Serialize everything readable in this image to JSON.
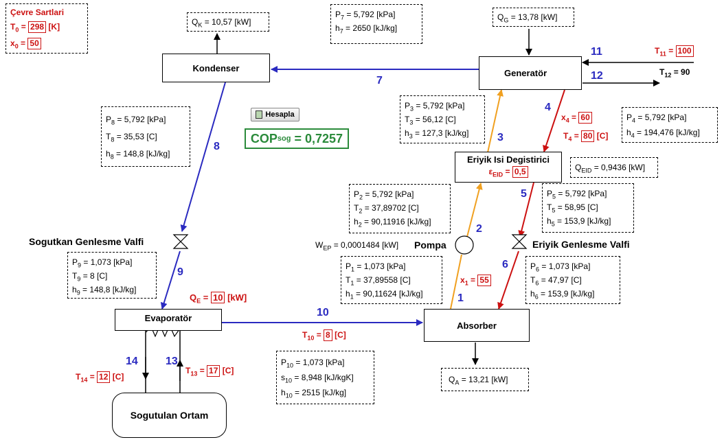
{
  "environment": {
    "title": "Çevre Sartlari",
    "T0_label": "T",
    "T0_sub": "0",
    "T0": "298",
    "T0_unit": "[K]",
    "x0_label": "x",
    "x0_sub": "0",
    "x0": "50"
  },
  "components": {
    "kondenser": "Kondenser",
    "generator": "Generatör",
    "evaporator": "Evaporatör",
    "absorber": "Absorber",
    "eid": "Eriyik Isi Degistirici",
    "cooled_space": "Sogutulan Ortam",
    "pump": "Pompa",
    "refrigerant_valve": "Sogutkan Genlesme Valfi",
    "solution_valve": "Eriyik Genlesme Valfi"
  },
  "heat": {
    "QK": "= 10,57 [kW]",
    "QG": "= 13,78 [kW]",
    "QA": "= 13,21 [kW]",
    "QEID": "= 0,9436 [kW]",
    "QE": "10",
    "QE_unit": "[kW]",
    "WEP": "= 0,0001484 [kW]"
  },
  "eid_eff": "0,5",
  "button": "Hesapla",
  "cop_label": "COP",
  "cop_sub": "sog",
  "cop_value": "= 0,7257",
  "state_numbers": [
    "1",
    "2",
    "3",
    "4",
    "5",
    "6",
    "7",
    "8",
    "9",
    "10",
    "11",
    "12",
    "13",
    "14"
  ],
  "inputs": {
    "T11": "100",
    "T12_text": "= 90",
    "x4": "60",
    "T4": "80",
    "x1": "55",
    "T10": "8",
    "T13": "17",
    "T14": "12",
    "unit_C": "[C]"
  },
  "states": {
    "s7": [
      "= 5,792 [kPa]",
      "= 2650 [kJ/kg]"
    ],
    "s8": [
      "= 5,792 [kPa]",
      "= 35,53 [C]",
      "= 148,8 [kJ/kg]"
    ],
    "s9": [
      "= 1,073 [kPa]",
      "= 8 [C]",
      "= 148,8 [kJ/kg]"
    ],
    "s3": [
      "= 5,792 [kPa]",
      "= 56,12 [C]",
      "= 127,3 [kJ/kg]"
    ],
    "s4": [
      "= 5,792 [kPa]",
      "= 194,476 [kJ/kg]"
    ],
    "s2": [
      "= 5,792 [kPa]",
      "= 37,89702 [C]",
      "= 90,11916 [kJ/kg]"
    ],
    "s5": [
      "= 5,792 [kPa]",
      "= 58,95 [C]",
      "= 153,9 [kJ/kg]"
    ],
    "s1": [
      "= 1,073 [kPa]",
      "= 37,89558 [C]",
      "= 90,11624 [kJ/kg]"
    ],
    "s6": [
      "= 1,073 [kPa]",
      "= 47,97 [C]",
      "= 153,9 [kJ/kg]"
    ],
    "s10": [
      "= 1,073 [kPa]",
      "= 8,948 [kJ/kgK]",
      "= 2515 [kJ/kg]"
    ]
  },
  "colors": {
    "blue": "#2a2ac0",
    "orange": "#f0a020",
    "red": "#cc1111",
    "green": "#2a8a3a"
  }
}
